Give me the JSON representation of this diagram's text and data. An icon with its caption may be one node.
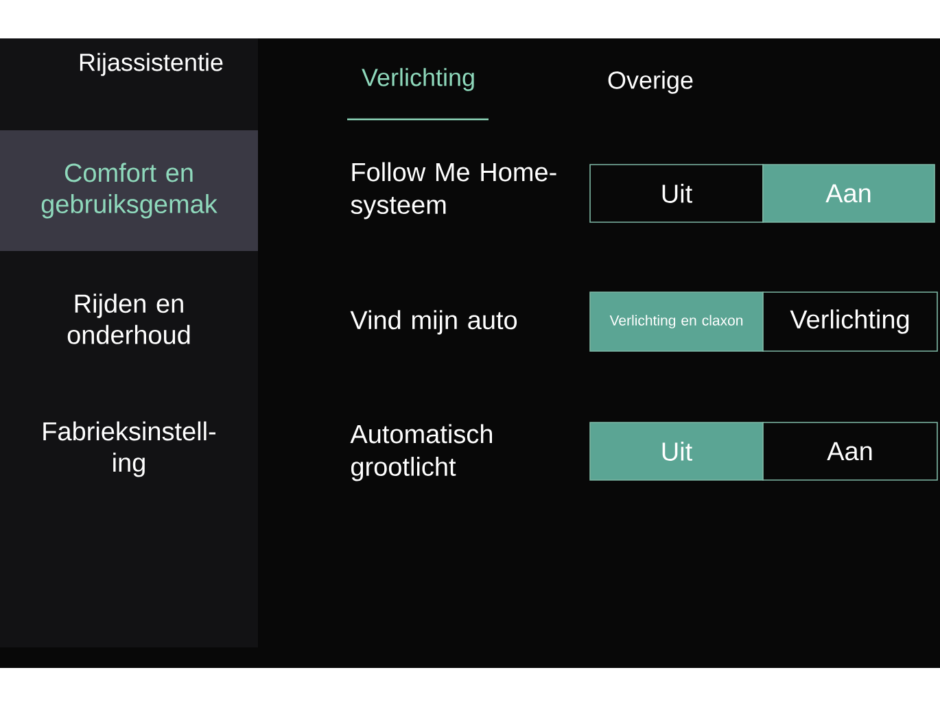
{
  "diagram": {
    "nodes": [
      {
        "text": [
          "Comfort en gebruiksgemak"
        ]
      },
      {
        "text": [
          "Rijden en onderhoud"
        ]
      },
      {
        "text": [
          "Fabrieksinstell-ing"
        ]
      },
      {
        "text": [
          "Uit"
        ]
      },
      {
        "text": [
          "Aan"
        ]
      },
      {
        "text": [
          "Verlichting en claxon"
        ]
      },
      {
        "text": [
          "Verlichting"
        ]
      },
      {
        "text": [
          "Uit"
        ]
      },
      {
        "text": [
          "Aan"
        ]
      }
    ],
    "labels": [
      "Rijassistentie",
      "Verlichting",
      "Overige",
      "Follow Me Home-systeem",
      "Vind mijn auto",
      "Automatisch grootlicht"
    ]
  }
}
